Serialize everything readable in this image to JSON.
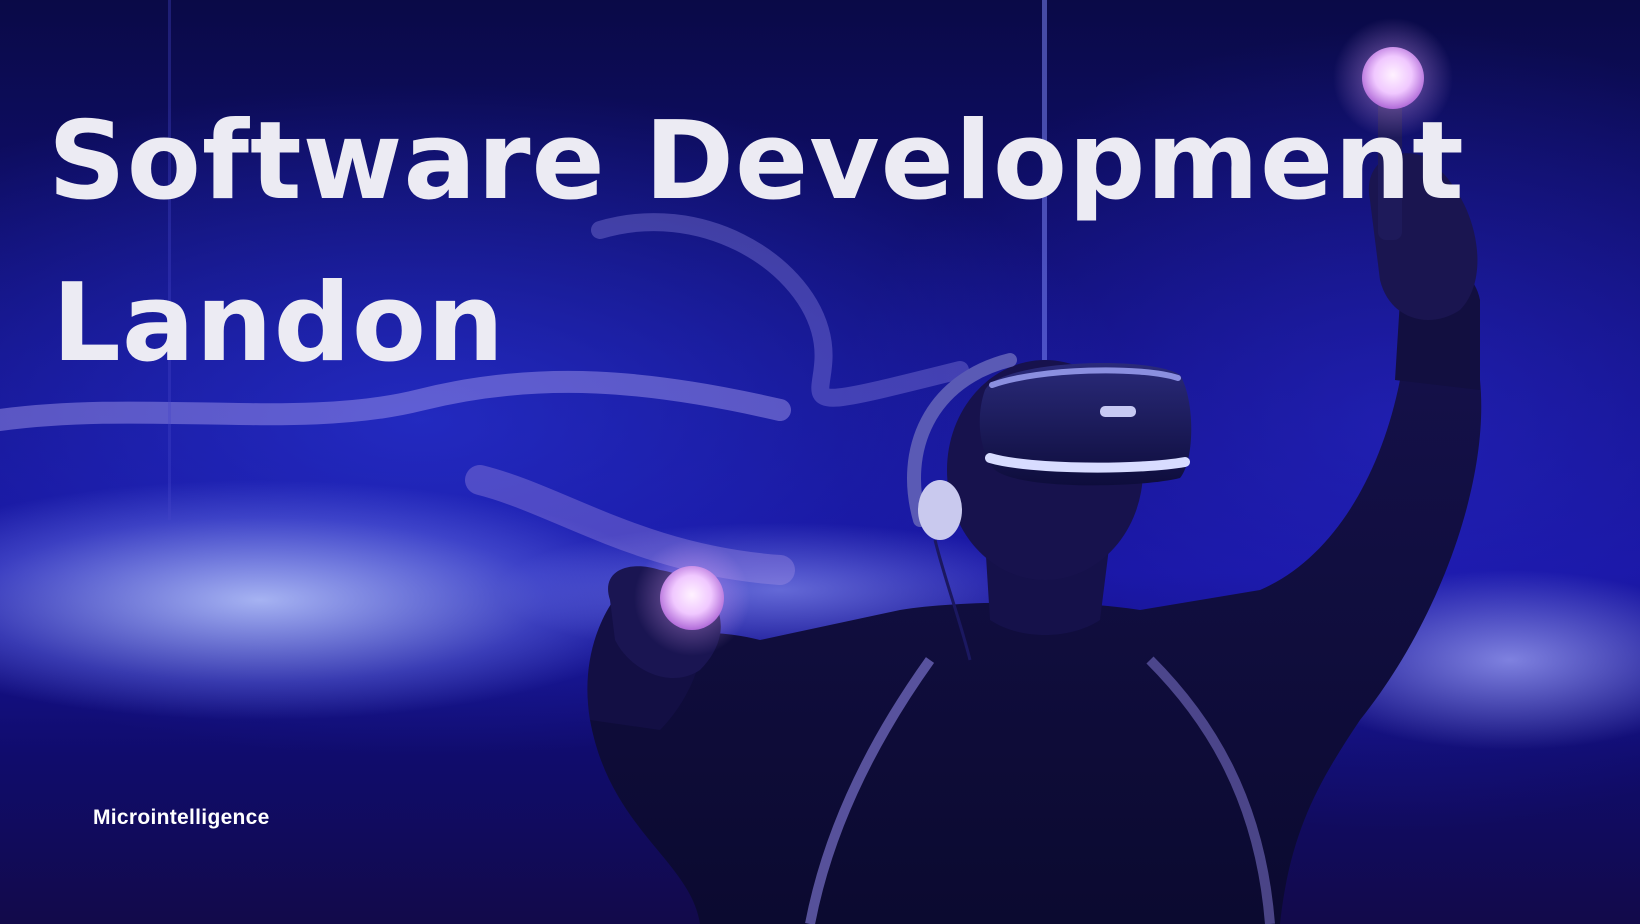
{
  "hero": {
    "title_line1": "Software Development",
    "title_line2": "Landon",
    "brand": "Microintelligence"
  },
  "image": {
    "subject": "vr-user-icon"
  },
  "colors": {
    "background": "#0b0a55",
    "accent_blue": "#2a2ad0",
    "glow": "#bfcaff",
    "controller_orb": "#f1c6ff",
    "text": "#ecebf3"
  }
}
